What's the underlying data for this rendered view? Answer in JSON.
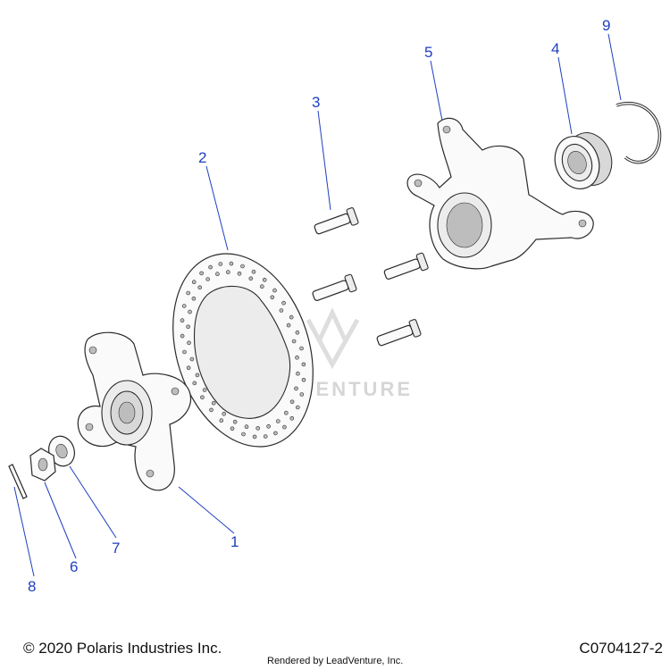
{
  "diagram": {
    "callouts": [
      {
        "id": "1",
        "label": "1"
      },
      {
        "id": "2",
        "label": "2"
      },
      {
        "id": "3",
        "label": "3"
      },
      {
        "id": "4",
        "label": "4"
      },
      {
        "id": "5",
        "label": "5"
      },
      {
        "id": "6",
        "label": "6"
      },
      {
        "id": "7",
        "label": "7"
      },
      {
        "id": "8",
        "label": "8"
      },
      {
        "id": "9",
        "label": "9"
      }
    ],
    "watermark": "LEADVENTURE",
    "accent_color": "#1f3fbf"
  },
  "footer": {
    "copyright": "© 2020 Polaris Industries Inc.",
    "rendered_by": "Rendered by LeadVenture, Inc.",
    "part_code": "C0704127-2"
  }
}
